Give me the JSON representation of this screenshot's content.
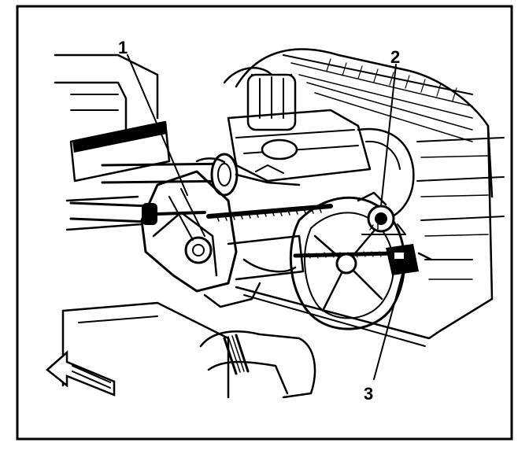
{
  "diagram": {
    "callouts": [
      {
        "id": "1",
        "label": "1"
      },
      {
        "id": "2",
        "label": "2"
      },
      {
        "id": "3",
        "label": "3"
      }
    ],
    "ink_color": "#000000",
    "paper_color": "#ffffff",
    "direction_indicator": "arrow-left-icon"
  }
}
